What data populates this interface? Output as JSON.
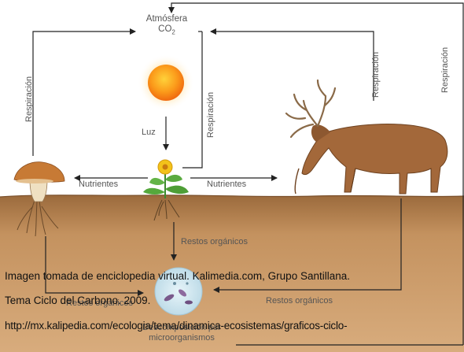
{
  "diagram": {
    "atmosphere": {
      "line1": "Atmósfera",
      "line2": "CO",
      "subscript": "2"
    },
    "labels": {
      "light": "Luz",
      "respiration_left": "Respiración",
      "respiration_plant": "Respiración",
      "respiration_deer": "Respiración",
      "respiration_far_right": "Respiración",
      "nutrients_left": "Nutrientes",
      "nutrients_right": "Nutrientes",
      "organic_remains_top": "Restos orgánicos",
      "organic_remains_right": "Restos orgánicos",
      "organic_remains_left": "Restos orgánicos",
      "decomposition_line1": "Descomposición por",
      "decomposition_line2": "microorganismos"
    }
  },
  "caption": {
    "line1": "Imagen tomada de enciclopedia virtual. Kalimedia.com, Grupo Santillana.",
    "line2": "Tema Ciclo del Carbono. 2009.",
    "line3": "http://mx.kalipedia.com/ecologia/tema/dinamica-ecosistemas/graficos-ciclo-"
  }
}
